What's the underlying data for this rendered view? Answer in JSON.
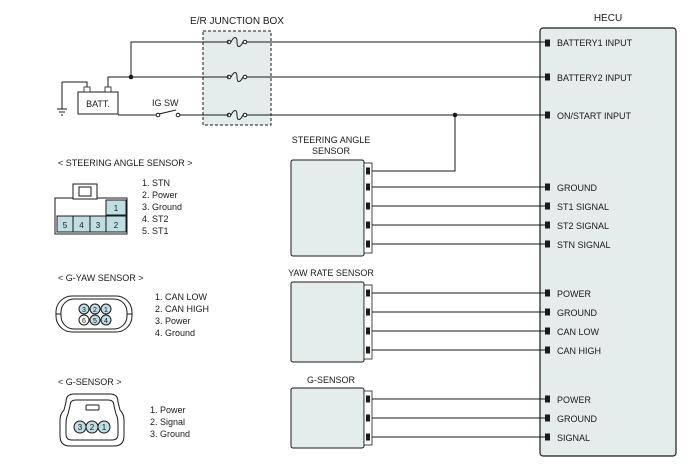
{
  "hecu": {
    "title": "HECU",
    "pins": [
      "BATTERY1 INPUT",
      "BATTERY2 INPUT",
      "ON/START INPUT",
      "GROUND",
      "ST1 SIGNAL",
      "ST2 SIGNAL",
      "STN SIGNAL",
      "POWER",
      "GROUND",
      "CAN LOW",
      "CAN HIGH",
      "POWER",
      "GROUND",
      "SIGNAL"
    ]
  },
  "junction_box": {
    "title": "E/R JUNCTION BOX"
  },
  "battery": {
    "label": "BATT."
  },
  "ig_switch": {
    "label": "IG SW"
  },
  "modules": {
    "steering_angle": {
      "title_line1": "STEERING ANGLE",
      "title_line2": "SENSOR"
    },
    "yaw_rate": {
      "title": "YAW RATE SENSOR"
    },
    "g_sensor": {
      "title": "G-SENSOR"
    }
  },
  "connectors": {
    "steering_angle": {
      "heading": "< STEERING ANGLE SENSOR >",
      "pin_numbers": [
        "5",
        "4",
        "3",
        "2",
        "1"
      ],
      "legend": [
        "1. STN",
        "2. Power",
        "3. Ground",
        "4. ST2",
        "5. ST1"
      ]
    },
    "g_yaw": {
      "heading": "< G-YAW SENSOR >",
      "pin_numbers": [
        "3",
        "2",
        "1",
        "6",
        "5",
        "4"
      ],
      "legend": [
        "1. CAN LOW",
        "2. CAN HIGH",
        "3. Power",
        "4. Ground"
      ]
    },
    "g_sensor": {
      "heading": "< G-SENSOR >",
      "pin_numbers": [
        "3",
        "2",
        "1"
      ],
      "legend": [
        "1. Power",
        "2. Signal",
        "3. Ground"
      ]
    }
  },
  "colors": {
    "module_fill": "#e4ecec",
    "connector_fill": "#bfdde3",
    "line": "#1a1a1a"
  }
}
